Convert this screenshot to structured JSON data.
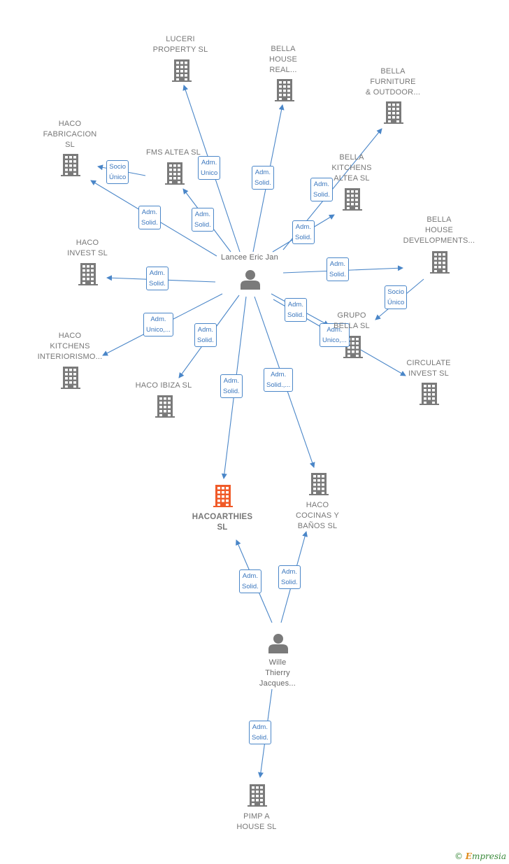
{
  "colors": {
    "edge": "#4a86c8",
    "company": "#7a7a7a",
    "focus_company": "#f05a28",
    "person": "#7a7a7a"
  },
  "nodes": [
    {
      "id": "luceri",
      "type": "company",
      "label": "LUCERI\nPROPERTY  SL",
      "icon": "building-icon"
    },
    {
      "id": "bella_real",
      "type": "company",
      "label": "BELLA\nHOUSE\nREAL...",
      "icon": "building-icon"
    },
    {
      "id": "bella_furniture",
      "type": "company",
      "label": "BELLA\nFURNITURE\n& OUTDOOR...",
      "icon": "building-icon"
    },
    {
      "id": "haco_fab",
      "type": "company",
      "label": "HACO\nFABRICACION\nSL",
      "icon": "building-icon"
    },
    {
      "id": "fms",
      "type": "company",
      "label": "FMS ALTEA SL",
      "icon": "building-icon"
    },
    {
      "id": "bella_kitchens",
      "type": "company",
      "label": "BELLA\nKITCHENS\nALTEA  SL",
      "icon": "building-icon"
    },
    {
      "id": "bella_dev",
      "type": "company",
      "label": "BELLA\nHOUSE\nDEVELOPMENTS...",
      "icon": "building-icon"
    },
    {
      "id": "haco_invest",
      "type": "company",
      "label": "HACO\nINVEST SL",
      "icon": "building-icon"
    },
    {
      "id": "grupo",
      "type": "company",
      "label": "GRUPO\nBELLA  SL",
      "icon": "building-icon"
    },
    {
      "id": "haco_kitchens",
      "type": "company",
      "label": "HACO\nKITCHENS\nINTERIORISMO...",
      "icon": "building-icon"
    },
    {
      "id": "circulate",
      "type": "company",
      "label": "CIRCULATE\nINVEST  SL",
      "icon": "building-icon"
    },
    {
      "id": "haco_ibiza",
      "type": "company",
      "label": "HACO IBIZA  SL",
      "icon": "building-icon"
    },
    {
      "id": "hacoarthies",
      "type": "focus",
      "label": "HACOARTHIES\nSL",
      "icon": "building-icon"
    },
    {
      "id": "haco_cocinas",
      "type": "company",
      "label": "HACO\nCOCINAS Y\nBAÑOS  SL",
      "icon": "building-icon"
    },
    {
      "id": "pimp",
      "type": "company",
      "label": "PIMP A\nHOUSE  SL",
      "icon": "building-icon"
    },
    {
      "id": "lancee",
      "type": "person",
      "label": "Lancee Eric Jan",
      "icon": "person-icon"
    },
    {
      "id": "wille",
      "type": "person",
      "label": "Wille\nThierry\nJacques...",
      "icon": "person-icon"
    }
  ],
  "edges": [
    {
      "from": "lancee",
      "to": "luceri",
      "label": "Adm.\nUnico"
    },
    {
      "from": "lancee",
      "to": "bella_real",
      "label": "Adm.\nSolid."
    },
    {
      "from": "lancee",
      "to": "bella_furniture",
      "label": "Adm.\nSolid."
    },
    {
      "from": "lancee",
      "to": "haco_fab",
      "label": "Adm.\nSolid."
    },
    {
      "from": "fms",
      "to": "haco_fab",
      "label": "Socio\nÚnico"
    },
    {
      "from": "lancee",
      "to": "fms",
      "label": "Adm.\nSolid."
    },
    {
      "from": "lancee",
      "to": "bella_kitchens",
      "label": "Adm.\nSolid."
    },
    {
      "from": "lancee",
      "to": "bella_dev",
      "label": "Adm.\nSolid."
    },
    {
      "from": "bella_dev",
      "to": "grupo",
      "label": "Socio\nÚnico"
    },
    {
      "from": "lancee",
      "to": "haco_invest",
      "label": "Adm.\nSolid."
    },
    {
      "from": "lancee",
      "to": "grupo",
      "label": "Adm.\nSolid."
    },
    {
      "from": "lancee",
      "to": "circulate",
      "label": "Adm.\nUnico,..."
    },
    {
      "from": "lancee",
      "to": "haco_kitchens",
      "label": "Adm.\nUnico,..."
    },
    {
      "from": "lancee",
      "to": "haco_ibiza",
      "label": "Adm.\nSolid."
    },
    {
      "from": "lancee",
      "to": "hacoarthies",
      "label": "Adm.\nSolid."
    },
    {
      "from": "lancee",
      "to": "haco_cocinas",
      "label": "Adm.\nSolid.,..."
    },
    {
      "from": "wille",
      "to": "hacoarthies",
      "label": "Adm.\nSolid."
    },
    {
      "from": "wille",
      "to": "haco_cocinas",
      "label": "Adm.\nSolid."
    },
    {
      "from": "wille",
      "to": "pimp",
      "label": "Adm.\nSolid."
    }
  ],
  "watermark": {
    "copyright": "©",
    "brand_first": "E",
    "brand_rest": "mpresia"
  }
}
